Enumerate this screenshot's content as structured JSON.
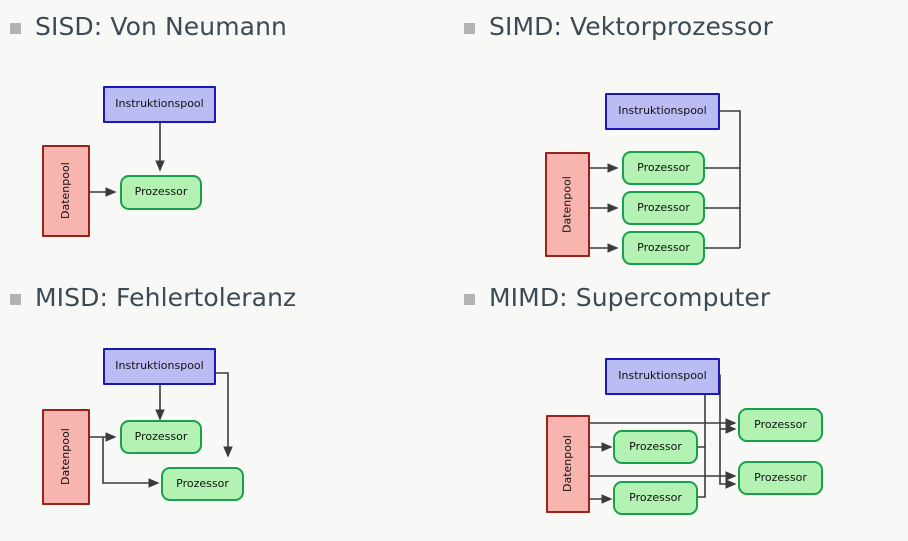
{
  "slide": {
    "background_color": "#f8f8f6",
    "headline_color": "#3b4a57",
    "bullet_color": "#b3b3b3",
    "node_colors": {
      "instruction_fill": "#bcbcf5",
      "instruction_border": "#1a19b8",
      "data_fill": "#f8b5b0",
      "data_border": "#99221c",
      "processor_fill": "#b3f2b3",
      "processor_border": "#18a04a",
      "connector": "#3a3a3a"
    }
  },
  "quadrants": [
    {
      "id": "sisd",
      "headline": "SISD: Von Neumann",
      "instruction_pool": "Instruktionspool",
      "data_pool": "Datenpool",
      "processors": [
        "Prozessor"
      ]
    },
    {
      "id": "simd",
      "headline": "SIMD: Vektorprozessor",
      "instruction_pool": "Instruktionspool",
      "data_pool": "Datenpool",
      "processors": [
        "Prozessor",
        "Prozessor",
        "Prozessor"
      ]
    },
    {
      "id": "misd",
      "headline": "MISD: Fehlertoleranz",
      "instruction_pool": "Instruktionspool",
      "data_pool": "Datenpool",
      "processors": [
        "Prozessor",
        "Prozessor"
      ]
    },
    {
      "id": "mimd",
      "headline": "MIMD: Supercomputer",
      "instruction_pool": "Instruktionspool",
      "data_pool": "Datenpool",
      "processors": [
        "Prozessor",
        "Prozessor",
        "Prozessor",
        "Prozessor"
      ]
    }
  ]
}
